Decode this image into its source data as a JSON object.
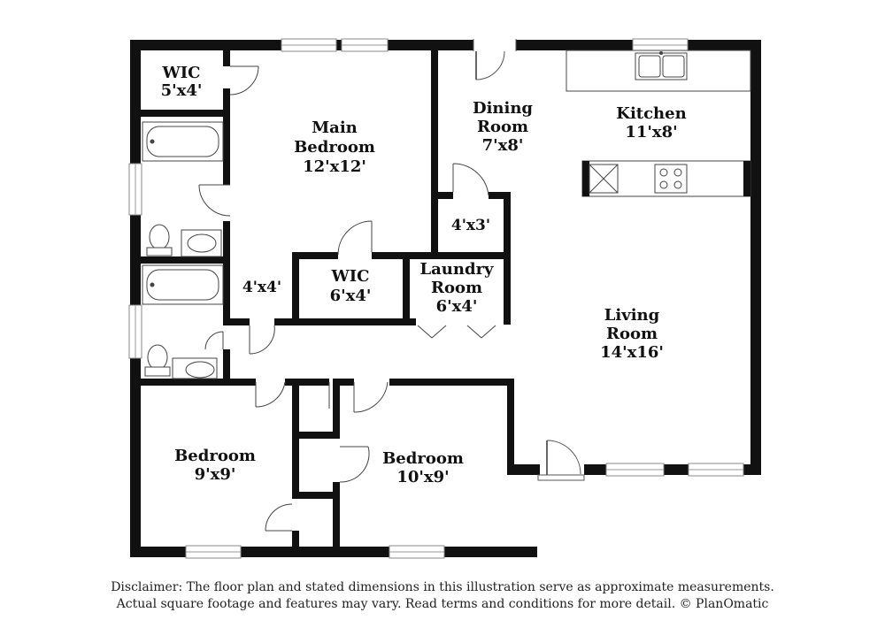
{
  "rooms": {
    "wic_main": {
      "name": "WIC",
      "size": "5'x4'"
    },
    "main_bedroom": {
      "name_line1": "Main",
      "name_line2": "Bedroom",
      "size": "12'x12'"
    },
    "dining_room": {
      "name_line1": "Dining",
      "name_line2": "Room",
      "size": "7'x8'"
    },
    "kitchen": {
      "name": "Kitchen",
      "size": "11'x8'"
    },
    "closet_small": {
      "size": "4'x3'"
    },
    "hall": {
      "size": "4'x4'"
    },
    "wic_hall": {
      "name": "WIC",
      "size": "6'x4'"
    },
    "laundry_room": {
      "name_line1": "Laundry",
      "name_line2": "Room",
      "size": "6'x4'"
    },
    "living_room": {
      "name_line1": "Living",
      "name_line2": "Room",
      "size": "14'x16'"
    },
    "bedroom_left": {
      "name": "Bedroom",
      "size": "9'x9'"
    },
    "bedroom_right": {
      "name": "Bedroom",
      "size": "10'x9'"
    }
  },
  "disclaimer": {
    "line1": "Disclaimer: The floor plan and stated dimensions in this illustration serve as approximate measurements.",
    "line2": "Actual square footage and features may vary. Read terms and conditions for more detail. © PlanOmatic"
  }
}
